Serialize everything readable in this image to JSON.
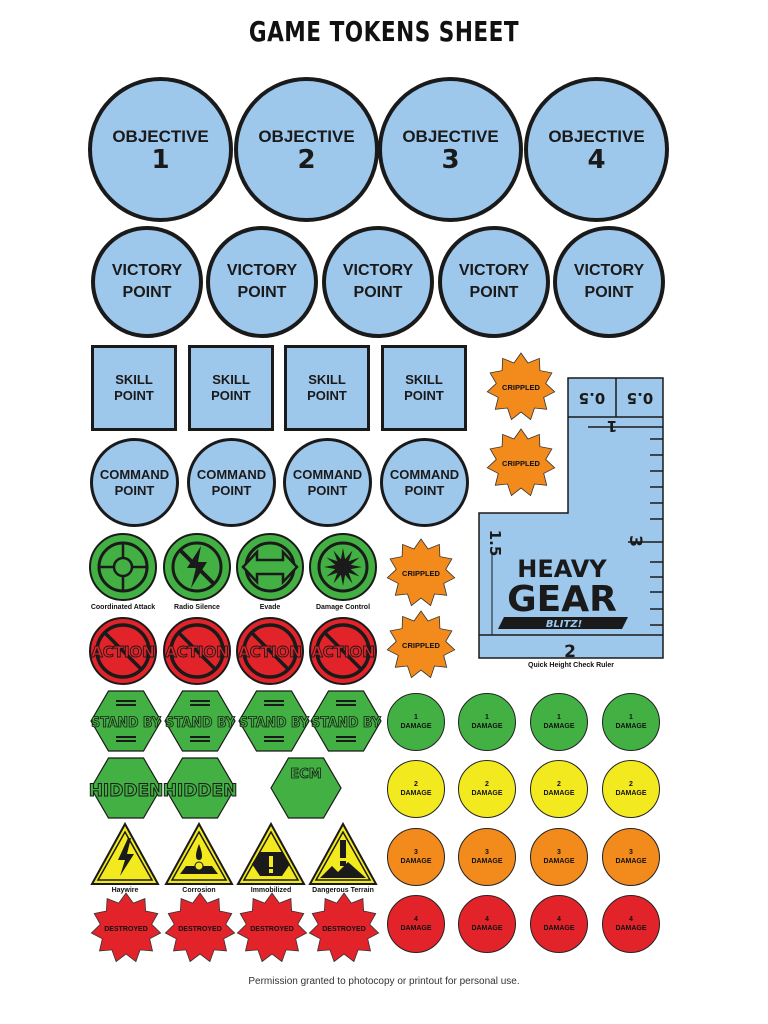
{
  "page": {
    "title": "GAME TOKENS SHEET",
    "footer": "Permission granted to photocopy or printout for personal use."
  },
  "objectives": [
    {
      "label": "OBJECTIVE",
      "number": "1"
    },
    {
      "label": "OBJECTIVE",
      "number": "2"
    },
    {
      "label": "OBJECTIVE",
      "number": "3"
    },
    {
      "label": "OBJECTIVE",
      "number": "4"
    }
  ],
  "victory_points": [
    {
      "line1": "VICTORY",
      "line2": "POINT"
    },
    {
      "line1": "VICTORY",
      "line2": "POINT"
    },
    {
      "line1": "VICTORY",
      "line2": "POINT"
    },
    {
      "line1": "VICTORY",
      "line2": "POINT"
    },
    {
      "line1": "VICTORY",
      "line2": "POINT"
    }
  ],
  "skill_points": [
    {
      "line1": "SKILL",
      "line2": "POINT"
    },
    {
      "line1": "SKILL",
      "line2": "POINT"
    },
    {
      "line1": "SKILL",
      "line2": "POINT"
    },
    {
      "line1": "SKILL",
      "line2": "POINT"
    }
  ],
  "command_points": [
    {
      "line1": "COMMAND",
      "line2": "POINT"
    },
    {
      "line1": "COMMAND",
      "line2": "POINT"
    },
    {
      "line1": "COMMAND",
      "line2": "POINT"
    },
    {
      "line1": "COMMAND",
      "line2": "POINT"
    }
  ],
  "crippled_label": "CRIPPLED",
  "orders": [
    {
      "caption": "Coordinated Attack",
      "icon": "crosshair-icon"
    },
    {
      "caption": "Radio Silence",
      "icon": "radio-silence-icon"
    },
    {
      "caption": "Evade",
      "icon": "double-arrow-icon"
    },
    {
      "caption": "Damage Control",
      "icon": "burst-icon"
    }
  ],
  "action_label": "ACTION",
  "standby_label": "STAND BY",
  "hidden_label": "HIDDEN",
  "ecm_label": "ECM",
  "hazards": [
    {
      "caption": "Haywire",
      "icon": "lightning-icon"
    },
    {
      "caption": "Corrosion",
      "icon": "corrosion-icon"
    },
    {
      "caption": "Immobilized",
      "icon": "immobilized-icon"
    },
    {
      "caption": "Dangerous Terrain",
      "icon": "dangerous-terrain-icon"
    }
  ],
  "destroyed_label": "DESTROYED",
  "damage_rows": [
    {
      "number": "1",
      "label": "DAMAGE",
      "color": "#43b043"
    },
    {
      "number": "2",
      "label": "DAMAGE",
      "color": "#f2ea1e"
    },
    {
      "number": "3",
      "label": "DAMAGE",
      "color": "#f28a1c"
    },
    {
      "number": "4",
      "label": "DAMAGE",
      "color": "#e2242a"
    }
  ],
  "ruler": {
    "caption": "Quick Height Check Ruler",
    "top_left": "0.5",
    "top_right": "0.5",
    "mark_1": "1",
    "mark_15": "1.5",
    "mark_2": "2",
    "mark_3": "3",
    "logo_line1": "HEAVY",
    "logo_line2": "GEAR",
    "logo_line3": "BLITZ!"
  },
  "colors": {
    "blue": "#9ec7ec",
    "green": "#43b043",
    "red": "#e2242a",
    "orange": "#f28a1c",
    "yellow": "#f2ea1e"
  }
}
